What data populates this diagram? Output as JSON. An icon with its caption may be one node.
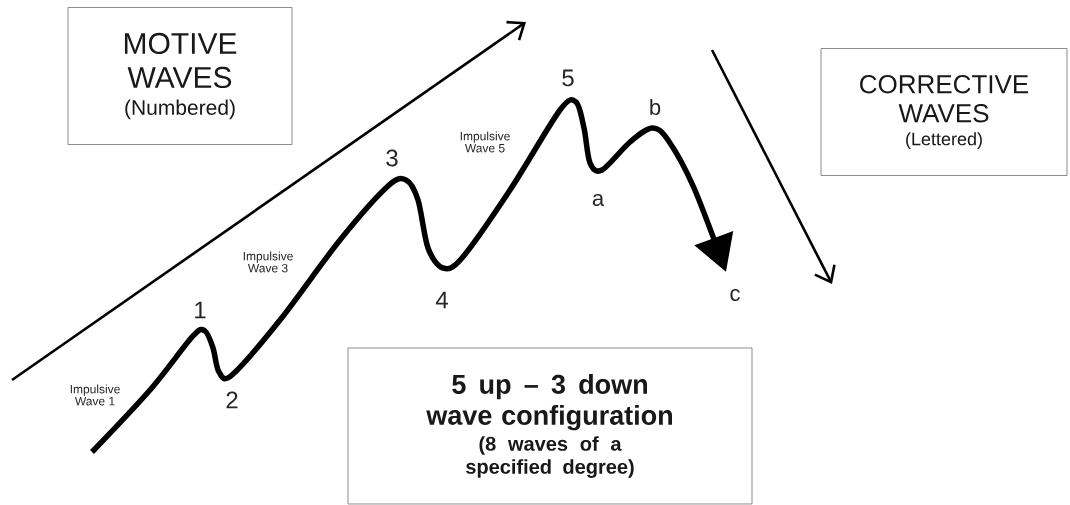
{
  "diagram": {
    "nodes": [
      {
        "text": [
          "MOTIVE WAVES",
          "(Numbered)"
        ]
      },
      {
        "text": [
          "CORRECTIVE WAVES",
          "(Lettered)"
        ]
      },
      {
        "text": [
          "5 up – 3 down wave configuration",
          "(8 waves of a specified degree)"
        ]
      }
    ],
    "labels": [
      "Impulsive Wave 1",
      "1",
      "2",
      "Impulsive Wave 3",
      "3",
      "4",
      "Impulsive Wave 5",
      "5",
      "a",
      "b",
      "c"
    ]
  }
}
